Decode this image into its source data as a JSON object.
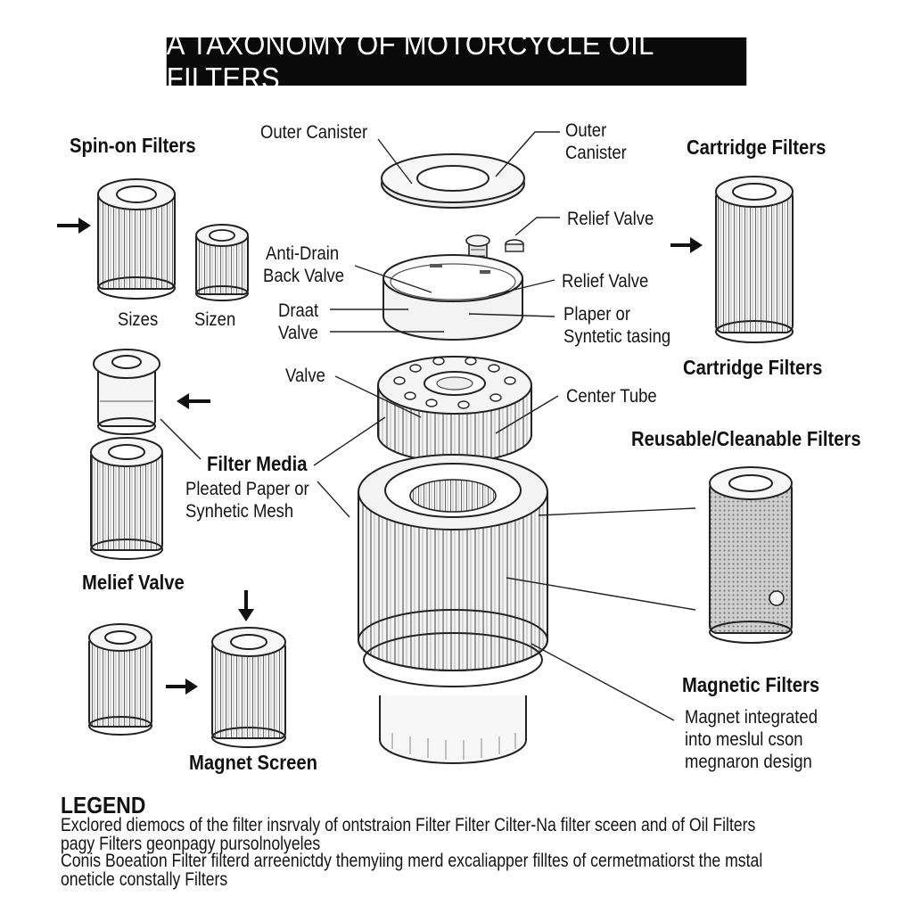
{
  "title": "A TAXONOMY OF MOTORCYCLE OIL FILTERS",
  "categories": {
    "spin_on": "Spin-on Filters",
    "cartridge_top": "Cartridge Filters",
    "cartridge_bottom": "Cartridge Filters",
    "reusable": "Reusable/Cleanable Filters",
    "magnetic": "Magnetic Filters",
    "filter_media": "Filter Media",
    "melief_valve": "Melief Valve",
    "magnet_screen": "Magnet Screen"
  },
  "labels": {
    "sizes": "Sizes",
    "sizen": "Sizen",
    "outer_canister_left": "Outer Canister",
    "outer_canister_right_1": "Outer",
    "outer_canister_right_2": "Canister",
    "relief_valve_1": "Relief Valve",
    "relief_valve_2": "Relief Valve",
    "anti_drain_1": "Anti-Drain",
    "anti_drain_2": "Back Valve",
    "draat_1": "Draat",
    "draat_2": "Valve",
    "plaper_1": "Plaper or",
    "plaper_2": "Syntetic tasing",
    "valve": "Valve",
    "center_tube": "Center Tube",
    "pleated_1": "Pleated Paper or",
    "pleated_2": "Synhetic Mesh",
    "magnet_1": "Magnet integrated",
    "magnet_2": "into meslul cson",
    "magnet_3": "megnaron design"
  },
  "legend": {
    "title": "LEGEND",
    "lines": [
      "Exclored diemocs of the filter insrvaly of ontstraion Filter Filter Cilter-Na filter sceen and of Oil Filters",
      "pagy Filters geonpagy pursolnolyeles",
      "Conis Boeation Filter filterd arreenictdy themyiing merd excaliapper filltes of cermetmatiorst the mstal",
      "oneticle constally Filters"
    ]
  },
  "icons": [
    "arrow-right-icon",
    "arrow-left-icon",
    "arrow-down-icon"
  ]
}
